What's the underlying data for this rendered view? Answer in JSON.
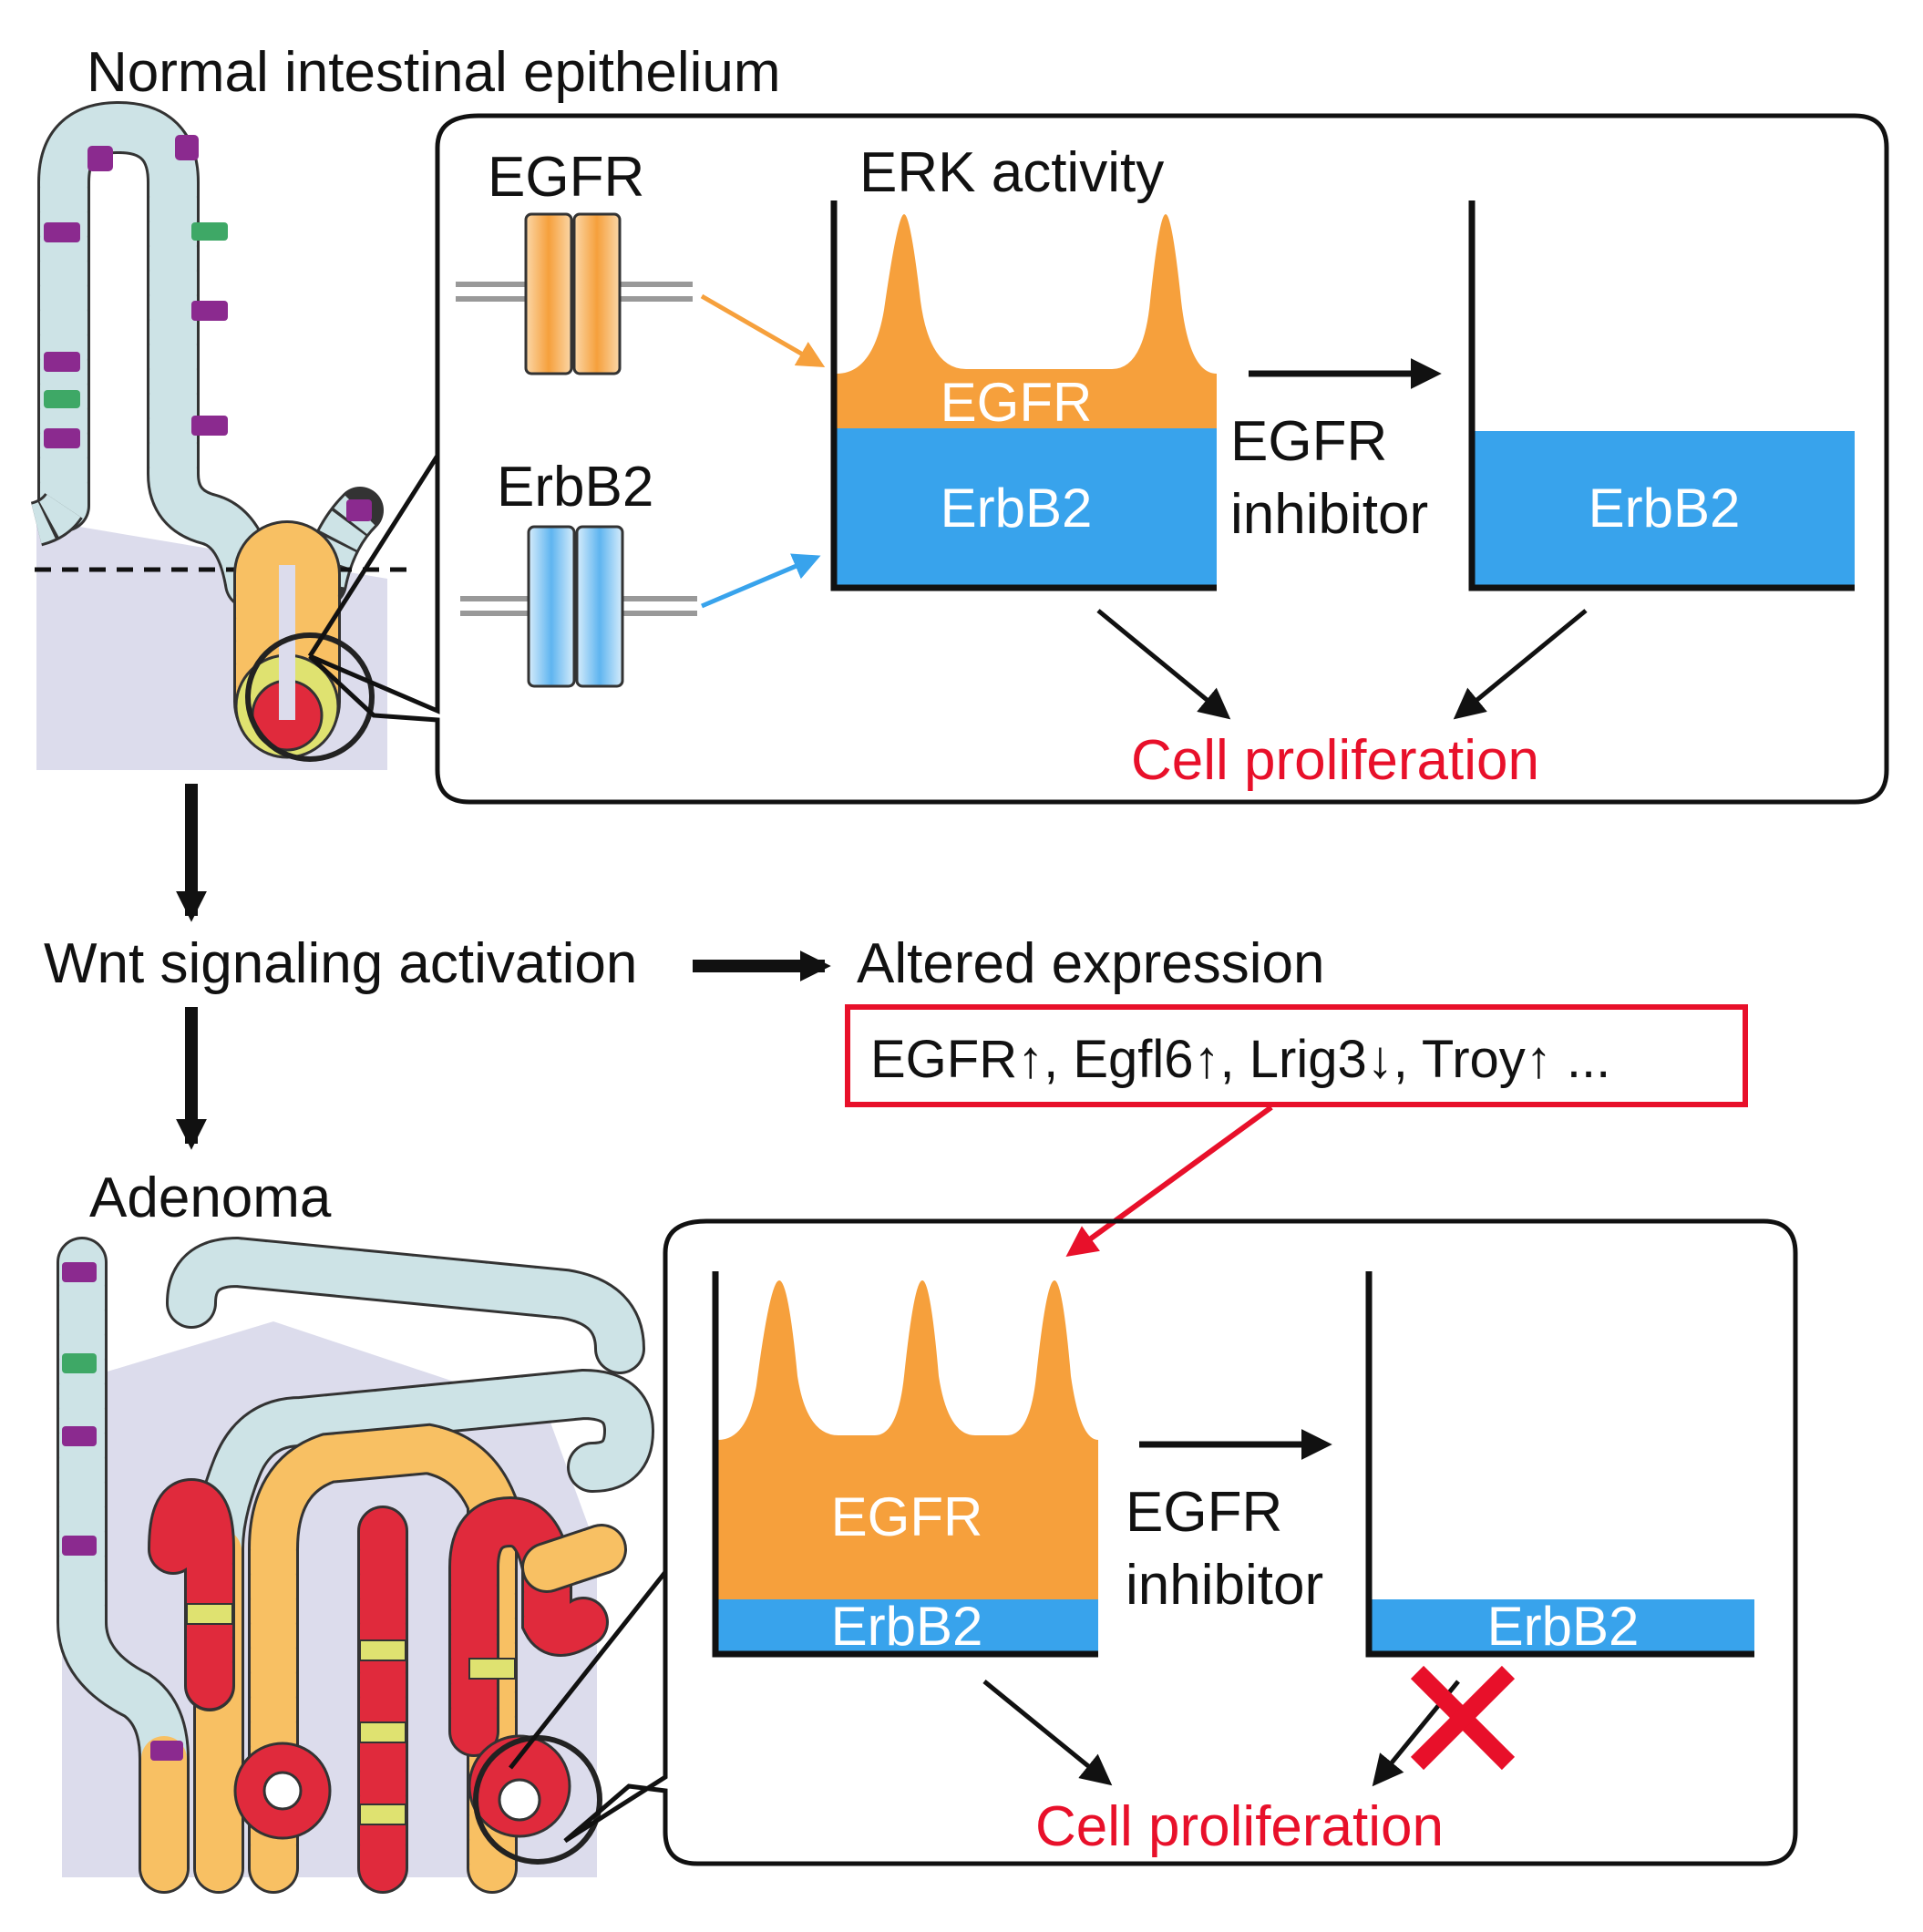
{
  "colors": {
    "egfr": "#f6a03c",
    "erbb2": "#38a3ec",
    "red": "#e8102a",
    "tissue": "#dcdcec",
    "cell_normal": "#cde3e6",
    "cell_ta": "#f8c063",
    "cell_stem": "#e02a3c",
    "cell_paneth": "#dfe270",
    "cell_goblet": "#8b2a8f",
    "cell_tuft": "#3ea866"
  },
  "labels": {
    "normal_title": "Normal intestinal epithelium",
    "adenoma_title": "Adenoma",
    "wnt": "Wnt signaling activation",
    "altered": "Altered expression",
    "gene_list": "EGFR↑, Egfl6↑, Lrig3↓, Troy↑ ..."
  },
  "top_panel": {
    "egfr_receptor": "EGFR",
    "erbb2_receptor": "ErbB2",
    "erk_activity": "ERK activity",
    "plot_egfr": "EGFR",
    "plot_erbb2": "ErbB2",
    "inhibitor_line1": "EGFR",
    "inhibitor_line2": "inhibitor",
    "after_erbb2": "ErbB2",
    "outcome": "Cell proliferation"
  },
  "bottom_panel": {
    "plot_egfr": "EGFR",
    "plot_erbb2": "ErbB2",
    "inhibitor_line1": "EGFR",
    "inhibitor_line2": "inhibitor",
    "after_erbb2": "ErbB2",
    "outcome": "Cell proliferation"
  }
}
